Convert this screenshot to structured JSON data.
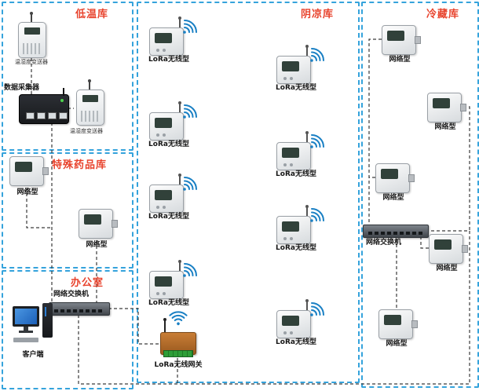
{
  "diagram": {
    "zones": [
      {
        "id": "low-temp-warehouse",
        "label": "低温库"
      },
      {
        "id": "special-medicine-warehouse",
        "label": "特殊药品库"
      },
      {
        "id": "office",
        "label": "办公室"
      },
      {
        "id": "cool-warehouse",
        "label": "阴凉库"
      },
      {
        "id": "cold-storage-warehouse",
        "label": "冷藏库"
      }
    ],
    "low_temp": {
      "sensor1_label": "温湿度变送器",
      "sensor2_label": "温湿度变送器",
      "collector_label": "数据采集器"
    },
    "special": {
      "devices": [
        "网络型",
        "网络型"
      ]
    },
    "office": {
      "switch_label": "网络交换机",
      "client_label": "客户端"
    },
    "cool": {
      "devices": [
        "LoRa无线型",
        "LoRa无线型",
        "LoRa无线型",
        "LoRa无线型",
        "LoRa无线型",
        "LoRa无线型",
        "LoRa无线型",
        "LoRa无线型"
      ],
      "gateway_label": "LoRa无线网关"
    },
    "cold": {
      "devices": [
        "网络型",
        "网络型",
        "网络型",
        "网络型",
        "网络型"
      ],
      "switch_label": "网络交换机"
    },
    "colors": {
      "zone_border": "#35a3dc",
      "zone_label": "#e8432d",
      "signal": "#1a80c4",
      "connector": "#3a3a3a"
    },
    "icons": {
      "signal": "wifi-arcs",
      "antenna": "rod-with-dot"
    }
  }
}
